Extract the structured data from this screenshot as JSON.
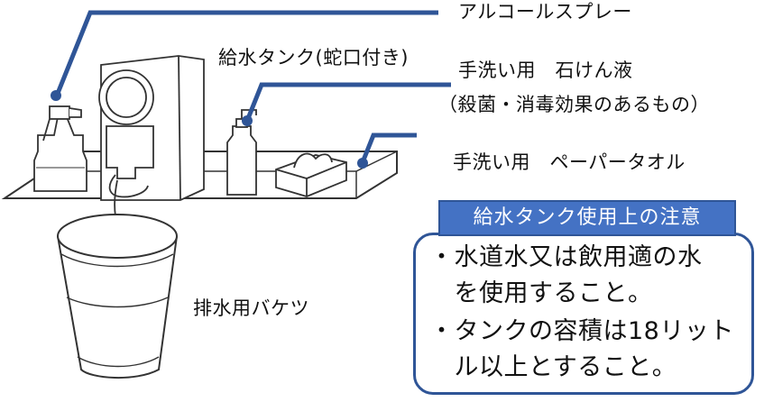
{
  "labels": {
    "alcohol_spray": "アルコールスプレー",
    "water_tank": "給水タンク(蛇口付き)",
    "soap_line1": "手洗い用　石けん液",
    "soap_line2": "（殺菌・消毒効果のあるもの）",
    "paper_towel": "手洗い用　ペーパータオル",
    "bucket": "排水用バケツ"
  },
  "notice": {
    "title": "給水タンク使用上の注意",
    "lines": [
      "・水道水又は飲用適の水",
      "　を使用すること。",
      "・タンクの容積は18リット",
      "　ル以上とすること。"
    ]
  },
  "colors": {
    "leader_line": "#2f5597",
    "title_bg": "#4472c4",
    "box_border": "#2f5597"
  },
  "icons": [
    "spray-bottle-icon",
    "water-dispenser-icon",
    "soap-pump-icon",
    "tissue-box-icon",
    "bucket-icon"
  ]
}
